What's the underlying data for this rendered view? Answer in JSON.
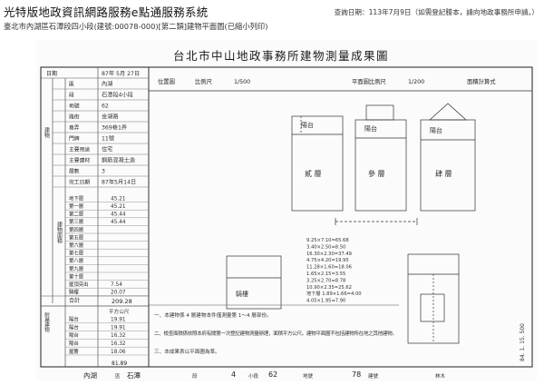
{
  "header": {
    "brand": "光特版地政資訊網路服務e點通服務系統",
    "query_date": "查詢日期：113年7月9日（如需登記謄本，請向地政事務所申請。）",
    "subtitle": "臺北市內湖區石潭段四小段(建號:00078-000)[第二類]建物平面圖(已縮小列印)"
  },
  "document": {
    "title": "台北市中山地政事務所建物測量成果圖",
    "left_table": {
      "date_label": "日期",
      "date_value": "87年 5月 27日",
      "rows": [
        {
          "label": "區",
          "value": "內湖"
        },
        {
          "label": "段",
          "value": "石潭段4小段"
        },
        {
          "label": "地號",
          "value": "62"
        },
        {
          "label": "路街",
          "value": "金湖路"
        },
        {
          "label": "巷弄",
          "value": "369巷1弄"
        },
        {
          "label": "門牌",
          "value": "11號"
        },
        {
          "label": "主要用途",
          "value": "住宅"
        },
        {
          "label": "主要建材",
          "value": "鋼筋混凝土造"
        },
        {
          "label": "層數",
          "value": "3"
        },
        {
          "label": "完工日期",
          "value": "87年5月14日"
        }
      ],
      "section_building": "建物面積",
      "floors": [
        {
          "label": "地下層",
          "value": "45.21"
        },
        {
          "label": "第一層",
          "value": "45.21"
        },
        {
          "label": "第二層",
          "value": "45.44"
        },
        {
          "label": "第三層",
          "value": "45.44"
        },
        {
          "label": "第四層",
          "value": ""
        },
        {
          "label": "第五層",
          "value": ""
        },
        {
          "label": "第六層",
          "value": ""
        },
        {
          "label": "第七層",
          "value": ""
        },
        {
          "label": "第八層",
          "value": ""
        },
        {
          "label": "第九層",
          "value": ""
        },
        {
          "label": "第十層",
          "value": ""
        },
        {
          "label": "屋頂突出",
          "value": "7.54"
        },
        {
          "label": "騎樓",
          "value": "20.07"
        }
      ],
      "total_label": "合計",
      "total_value": "209.28",
      "section_annex": "附屬建物",
      "annex_header": "平方公尺",
      "annex": [
        {
          "label": "陽台",
          "value": "19.91"
        },
        {
          "label": "陽台",
          "value": "19.91"
        },
        {
          "label": "陽台",
          "value": "16.32"
        },
        {
          "label": "陽台",
          "value": "16.32"
        },
        {
          "label": "屋簷",
          "value": "18.06"
        }
      ],
      "annex_total": "81.89"
    },
    "plan": {
      "scale_left_label": "比例尺",
      "scale_left": "1/500",
      "scale_right_label": "平面圖比例尺",
      "scale_right": "1/200",
      "location_label": "位置圖",
      "calc_label": "面積計算式",
      "room_labels": [
        "陽台",
        "陽台",
        "陽台",
        "貳 層",
        "參 層",
        "肆 層",
        "騎樓"
      ],
      "calc_lines": [
        "9.25×7.10=65.68",
        "3.40×2.50=8.50",
        "16.30×2.30=37.49",
        "4.75×4.20=19.95",
        "11.28×1.60=18.06",
        "1.65×2.15=3.55",
        "3.25×2.70=8.78",
        "10.90×2.35=25.62",
        "地下層 1.89×1.66=4.00",
        "4.05×1.95=7.90"
      ],
      "notes": [
        "一、本建物係 4 層建物本件僅測量第 1～4 層部份。",
        "二、檢查面積係依照本府有關第一次登記建物測量辦理，面積平方公尺。建物平面圖不包括建物所在地之其他建物。",
        "三、本成果表以平面圖為準。"
      ],
      "stamp": "84. 1. 15. 500"
    },
    "footer": {
      "district": "內湖",
      "district_suffix": "區",
      "section": "石潭",
      "section_suffix": "段",
      "subsection": "4",
      "subsection_suffix": "小段",
      "lot": "62",
      "lot_suffix": "地號",
      "building": "78",
      "building_suffix": "建號",
      "unit": "",
      "unit_suffix": "林木"
    }
  }
}
